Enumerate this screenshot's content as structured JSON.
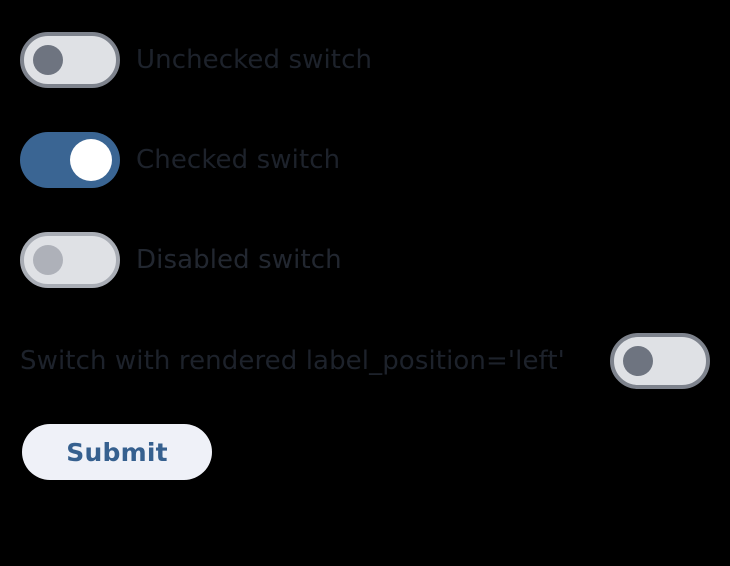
{
  "page": {
    "background_color": "#000000"
  },
  "form": {
    "switches": [
      {
        "id": "unchecked-switch",
        "label": "Unchecked switch",
        "state": "off",
        "checked": false,
        "disabled": false,
        "label_position": "right",
        "track_color": "#dfe1e5",
        "border_color": "#7e838d",
        "knob_color": "#6e7480",
        "label_color": "#1d222b"
      },
      {
        "id": "checked-switch",
        "label": "Checked switch",
        "state": "on",
        "checked": true,
        "disabled": false,
        "label_position": "right",
        "track_color": "#3a6593",
        "border_color": "none",
        "knob_color": "#ffffff",
        "label_color": "#1d222b"
      },
      {
        "id": "disabled-switch",
        "label": "Disabled switch",
        "state": "off",
        "checked": false,
        "disabled": true,
        "label_position": "right",
        "track_color": "#dfe1e5",
        "border_color": "#a9adb5",
        "knob_color": "#aeb1b9",
        "label_color": "#222730"
      },
      {
        "id": "left-label-switch",
        "label": "Switch with rendered label_position='left'",
        "state": "off",
        "checked": false,
        "disabled": false,
        "label_position": "left",
        "track_color": "#dfe1e5",
        "border_color": "#7e838d",
        "knob_color": "#6e7480",
        "label_color": "#1d222b"
      }
    ],
    "submit": {
      "label": "Submit",
      "background_color": "#eff1f8",
      "text_color": "#36608f"
    }
  }
}
